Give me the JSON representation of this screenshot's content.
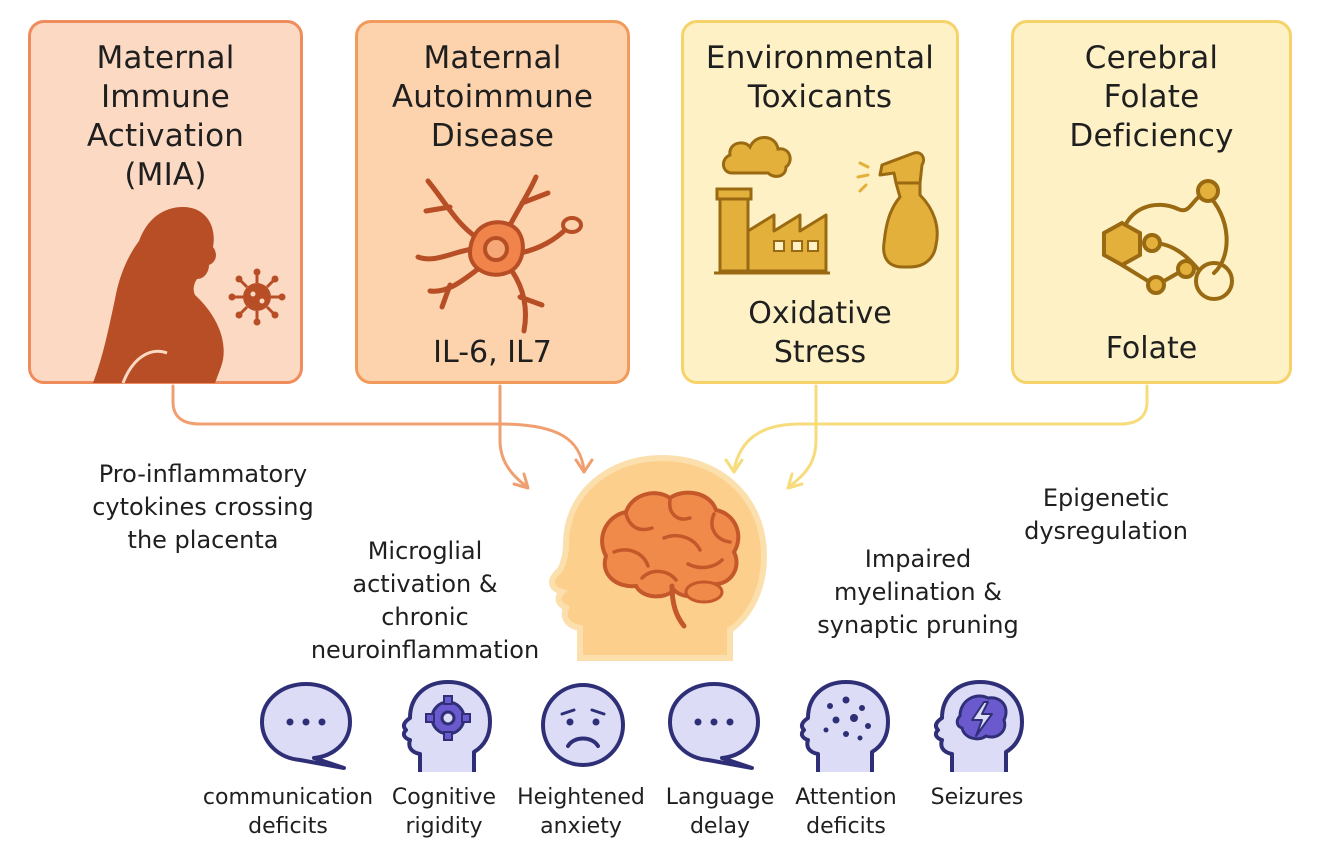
{
  "sources": [
    {
      "id": "mia",
      "title": "Maternal\nImmune\nActivation\n(MIA)",
      "subtitle": "",
      "icon": "pregnant-woman-virus-icon",
      "fill": "#fbd9c3",
      "border": "#ef8c5d"
    },
    {
      "id": "autoimmune",
      "title": "Maternal\nAutoimmune\nDisease",
      "subtitle": "IL-6, IL7",
      "icon": "neuron-icon",
      "fill": "#fcd3ac",
      "border": "#f29a5c"
    },
    {
      "id": "toxicants",
      "title": "Environmental\nToxicants",
      "subtitle": "Oxidative\nStress",
      "icon": "factory-spray-icon",
      "fill": "#fdf1c5",
      "border": "#f5d36a"
    },
    {
      "id": "folate",
      "title": "Cerebral\nFolate\nDeficiency",
      "subtitle": "Folate",
      "icon": "molecule-icon",
      "fill": "#fdf1c5",
      "border": "#f5d36a"
    }
  ],
  "mechanisms": [
    {
      "id": "cytokines",
      "text": "Pro-inflammatory\ncytokines crossing\nthe placenta"
    },
    {
      "id": "microglia",
      "text": "Microglial\nactivation &\nchronic\nneuroinflammation"
    },
    {
      "id": "myelination",
      "text": "Impaired\nmyelination &\nsynaptic pruning"
    },
    {
      "id": "epigenetic",
      "text": "Epigenetic\ndysregulation"
    }
  ],
  "outcomes": [
    {
      "id": "communication",
      "label": "communication\ndeficits",
      "icon": "speech-bubble-icon"
    },
    {
      "id": "rigidity",
      "label": "Cognitive\nrigidity",
      "icon": "head-gear-icon"
    },
    {
      "id": "anxiety",
      "label": "Heightened\nanxiety",
      "icon": "worried-face-icon"
    },
    {
      "id": "language",
      "label": "Language\ndelay",
      "icon": "speech-bubble-icon"
    },
    {
      "id": "attention",
      "label": "Attention\ndeficits",
      "icon": "head-dots-icon"
    },
    {
      "id": "seizures",
      "label": "Seizures",
      "icon": "head-lightning-icon"
    }
  ],
  "colors": {
    "arrow_orange": "#f0a070",
    "arrow_yellow": "#f6dc7a",
    "icon_dark_orange": "#b84e26",
    "icon_orange": "#e8743e",
    "icon_gold": "#e3b03c",
    "outcome_stroke": "#2f2f78",
    "outcome_fill": "#dcdcf6"
  }
}
